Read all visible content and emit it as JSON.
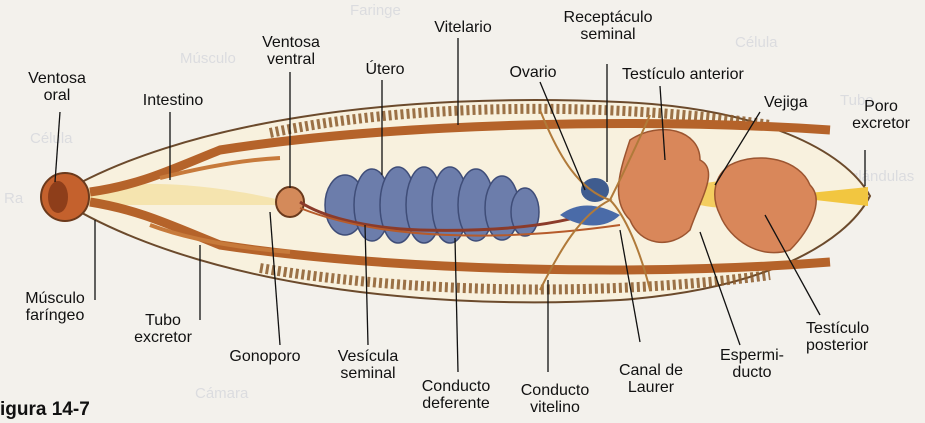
{
  "figure_caption": "igura 14-7",
  "colors": {
    "body_fill": "#f8f1de",
    "body_outline": "#6b4a2c",
    "intestine": "#b5632a",
    "uterus": "#6c7dab",
    "testis": "#d9875a",
    "vitellaria": "#8b5a2b",
    "sucker": "#c4612d",
    "duct": "#b65b2b",
    "yellow": "#f2c640"
  },
  "labels": {
    "ventosa_oral": "Ventosa\noral",
    "intestino": "Intestino",
    "ventosa_ventral": "Ventosa\nventral",
    "utero": "Útero",
    "vitelario": "Vitelario",
    "receptaculo": "Receptáculo\nseminal",
    "ovario": "Ovario",
    "testiculo_anterior": "Testículo anterior",
    "vejiga": "Vejiga",
    "poro_excretor": "Poro\nexcretor",
    "musculo_faringeo": "Músculo\nfaríngeo",
    "tubo_excretor": "Tubo\nexcretor",
    "gonoporo": "Gonoporo",
    "vesicula_seminal": "Vesícula\nseminal",
    "conducto_deferente": "Conducto\ndeferente",
    "conducto_vitelino": "Conducto\nvitelino",
    "canal_laurer": "Canal de\nLaurer",
    "espermiducto": "Espermi-\nducto",
    "testiculo_posterior": "Testículo\nposterior"
  },
  "background_text": [
    "Faringe",
    "Célula",
    "Músculo",
    "Tubo",
    "Célula",
    "glándulas",
    "Ra",
    "Cámara"
  ]
}
